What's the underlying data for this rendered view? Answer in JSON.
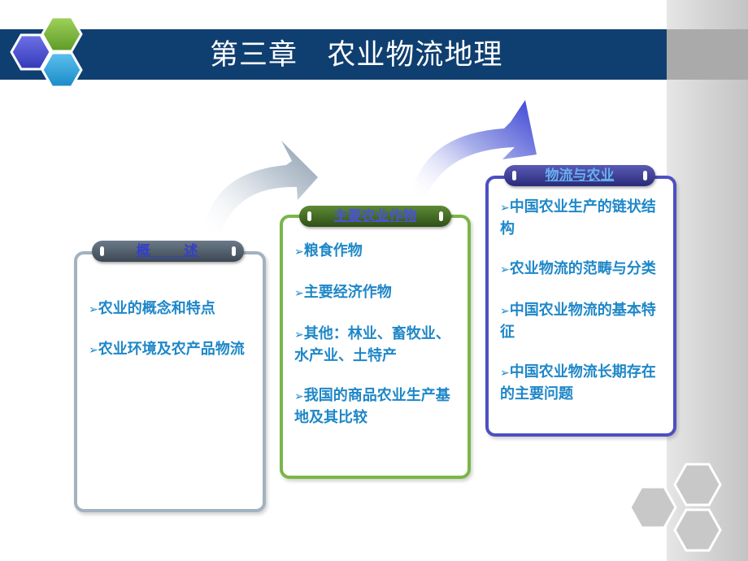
{
  "header": {
    "title": "第三章   农业物流地理"
  },
  "columns": [
    {
      "heading": "概     述",
      "items": [
        "农业的概念和特点",
        "农业环境及农产品物流"
      ]
    },
    {
      "heading": "主要农业作物",
      "items": [
        "粮食作物",
        "主要经济作物",
        "其他：林业、畜牧业、水产业、土特产",
        "我国的商品农业生产基地及其比较"
      ]
    },
    {
      "heading": "物流与农业",
      "items": [
        "中国农业生产的链状结构",
        "农业物流的范畴与分类",
        "中国农业物流的基本特征",
        "中国农业物流长期存在的主要问题"
      ]
    }
  ],
  "bullet_symbol": "➢",
  "colors": {
    "title_bar": "#0f3f70",
    "panel_1_border": "#a2b2c0",
    "panel_2_border": "#7ab648",
    "panel_3_border": "#4d4fc2",
    "item_text": "#1e87c8"
  },
  "icons": [
    "hexagon-cluster-logo",
    "curved-arrow",
    "gray-hexagon-decoration"
  ]
}
